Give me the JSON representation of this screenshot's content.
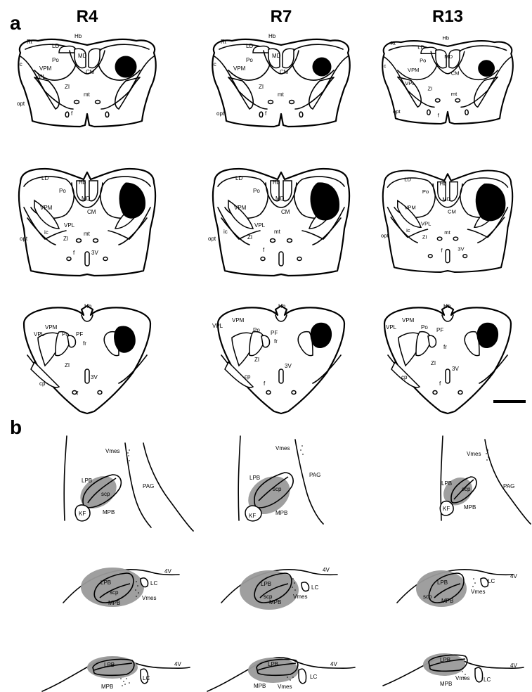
{
  "panels": {
    "a": "a",
    "b": "b"
  },
  "columns": [
    "R4",
    "R7",
    "R13"
  ],
  "thalamus_labels": {
    "rt": "Rt",
    "ld": "LD",
    "hb": "Hb",
    "md": "MD",
    "po": "Po",
    "ic": "ic",
    "vpm": "VPM",
    "vpl": "VPL",
    "cm": "CM",
    "zi": "ZI",
    "mt": "mt",
    "opt": "opt",
    "f": "f",
    "v3": "3V",
    "pf": "PF",
    "fr": "fr",
    "cp": "cp"
  },
  "pons_labels": {
    "vmes": "Vmes",
    "pag": "PAG",
    "lpb": "LPB",
    "scp": "scp",
    "kf": "KF",
    "mpb": "MPB",
    "lc": "LC",
    "v4": "4V"
  },
  "colors": {
    "lesion": "#000000",
    "lesion_spread": "#9a9a9a",
    "outline": "#000000",
    "background": "#ffffff"
  },
  "scale_bar": {
    "visible": true,
    "label": ""
  }
}
